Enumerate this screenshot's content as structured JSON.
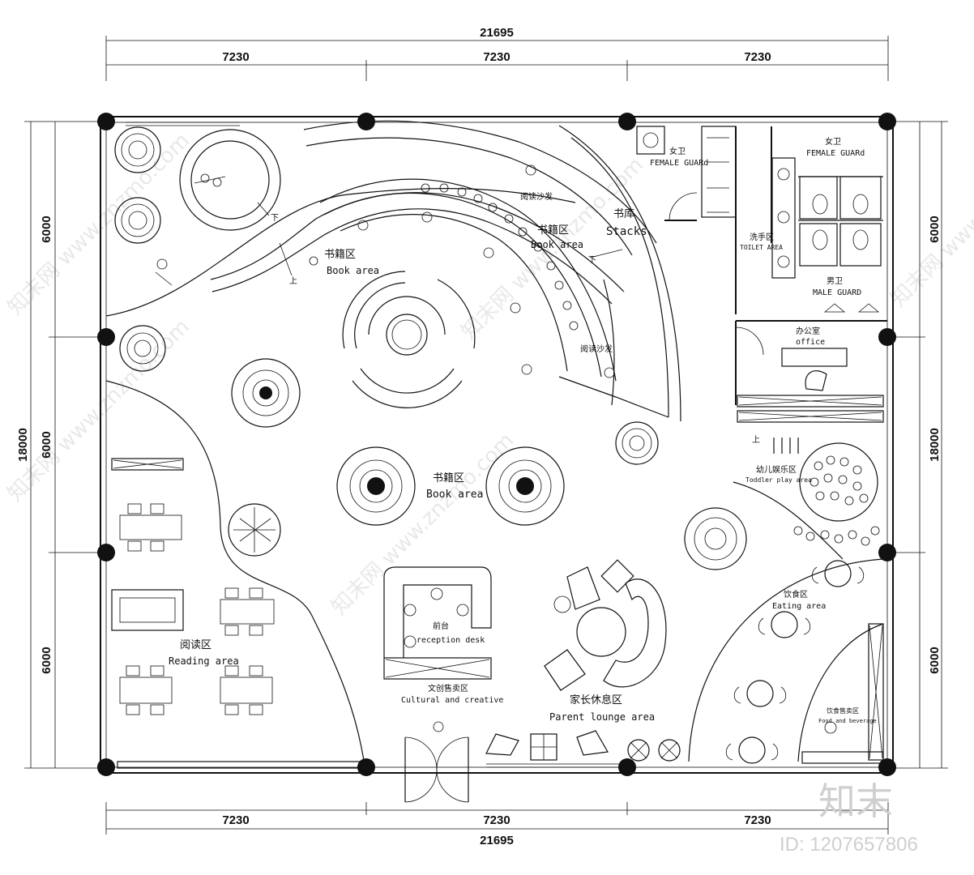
{
  "dimensions": {
    "top_total": "21695",
    "top_segments": [
      "7230",
      "7230",
      "7230"
    ],
    "bottom_total": "21695",
    "bottom_segments": [
      "7230",
      "7230",
      "7230"
    ],
    "left_total": "18000",
    "left_segments": [
      "6000",
      "6000",
      "6000"
    ],
    "right_total": "18000",
    "right_segments": [
      "6000",
      "6000",
      "6000"
    ]
  },
  "rooms": {
    "book_area_1": {
      "cn": "书籍区",
      "en": "Book area"
    },
    "book_area_2": {
      "cn": "书籍区",
      "en": "Book area"
    },
    "book_area_3": {
      "cn": "书籍区",
      "en": "Book area"
    },
    "stacks": {
      "cn": "书库",
      "en": "Stacks"
    },
    "reading_sofa_1": {
      "cn": "阅读沙发"
    },
    "reading_sofa_2": {
      "cn": "阅读沙发"
    },
    "female_guard_1": {
      "cn": "女卫",
      "en": "FEMALE GUARd"
    },
    "female_guard_2": {
      "cn": "女卫",
      "en": "FEMALE GUARd"
    },
    "toilet_area": {
      "cn": "洗手区",
      "en": "TOILET AREA"
    },
    "male_guard": {
      "cn": "男卫",
      "en": "MALE GUARD"
    },
    "office": {
      "cn": "办公室",
      "en": "office"
    },
    "toddler_play": {
      "cn": "幼儿娱乐区",
      "en": "Toddler play area"
    },
    "eating_area": {
      "cn": "饮食区",
      "en": "Eating area"
    },
    "food_beverage": {
      "cn": "饮食售卖区",
      "en": "Food and beverage"
    },
    "reading_area": {
      "cn": "阅读区",
      "en": "Reading area"
    },
    "reception": {
      "cn": "前台",
      "en": "reception desk"
    },
    "cultural": {
      "cn": "文创售卖区",
      "en": "Cultural and creative"
    },
    "parent_lounge": {
      "cn": "家长休息区",
      "en": "Parent lounge area"
    }
  },
  "stair_marks": {
    "up": "上",
    "down": "下"
  },
  "watermark": {
    "logo": "知末",
    "id": "ID: 1207657806",
    "diagonal": "知末网 www.znzmo.com"
  }
}
